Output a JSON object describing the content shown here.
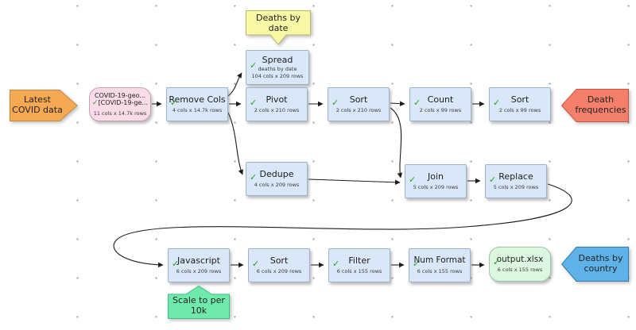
{
  "glyphs": {
    "check": "✓"
  },
  "colors": {
    "node_fill": "#d9e7f8",
    "node_border": "#9cb2cc",
    "source_fill": "#fadbe8",
    "output_fill": "#dcf7e0",
    "input_marker_fill": "#f6a953",
    "input_marker_border": "#c6873b",
    "red_marker_fill": "#f4806c",
    "red_marker_border": "#c25847",
    "blue_marker_fill": "#5fb2e8",
    "blue_marker_border": "#3579a8",
    "yellow_note_fill": "#f8f8a6",
    "yellow_note_border": "#b9b96b",
    "green_note_fill": "#6fe9ac",
    "green_note_border": "#3fbf7f",
    "check_green": "#1ea31e",
    "wire": "#1c1c1c"
  },
  "flow": {
    "source_marker": {
      "line1": "Latest",
      "line2": "COVID data"
    },
    "input_file": {
      "line1": "COVID-19-geo...",
      "line2": "[COVID-19-ge...",
      "stats": "11 cols x 14.7k rows"
    },
    "remove_cols": {
      "title": "Remove Cols",
      "stats": "4 cols x 14.7k rows"
    },
    "note_deaths_by_date": {
      "line1": "Deaths by",
      "line2": "date"
    },
    "spread": {
      "title": "Spread",
      "sub": "deaths by date",
      "stats": "104 cols x 209 rows"
    },
    "pivot": {
      "title": "Pivot",
      "stats": "2 cols x 210 rows"
    },
    "sort1": {
      "title": "Sort",
      "stats": "2 cols x 210 rows"
    },
    "count": {
      "title": "Count",
      "stats": "2 cols x 99 rows"
    },
    "sort2": {
      "title": "Sort",
      "stats": "2 cols x 99 rows"
    },
    "death_freq_marker": {
      "line1": "Death",
      "line2": "frequencies"
    },
    "dedupe": {
      "title": "Dedupe",
      "stats": "4 cols x 209 rows"
    },
    "join": {
      "title": "Join",
      "stats": "5 cols x 209 rows"
    },
    "replace": {
      "title": "Replace",
      "stats": "5 cols x 209 rows"
    },
    "javascript": {
      "title": "Javascript",
      "stats": "6 cols x 209 rows"
    },
    "sort3": {
      "title": "Sort",
      "stats": "6 cols x 209 rows"
    },
    "filter": {
      "title": "Filter",
      "stats": "6 cols x 155 rows"
    },
    "num_format": {
      "title": "Num Format",
      "stats": "6 cols x 155 rows"
    },
    "output_file": {
      "title": "output.xlsx",
      "stats": "6 cols x 155 rows"
    },
    "deaths_country_marker": {
      "line1": "Deaths by",
      "line2": "country"
    },
    "note_scale": {
      "line1": "Scale to per",
      "line2": "10k"
    }
  }
}
